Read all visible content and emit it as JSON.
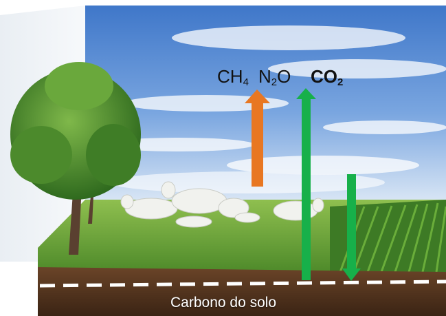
{
  "gases": {
    "ch4": {
      "base": "CH",
      "sub": "4"
    },
    "n2o": {
      "pre": "N",
      "sub": "2",
      "post": "O"
    },
    "co2": {
      "base": "CO",
      "sub": "2"
    }
  },
  "soil_label": "Carbono do solo",
  "colors": {
    "emission_arrow": "#e87722",
    "carbon_arrow": "#17b04a",
    "sky": "#5b8fd6",
    "grass": "#6ba63a",
    "soil": "#5a3a22"
  },
  "icons": [
    "tree-icon",
    "cattle-icon",
    "corn-crop-icon"
  ]
}
